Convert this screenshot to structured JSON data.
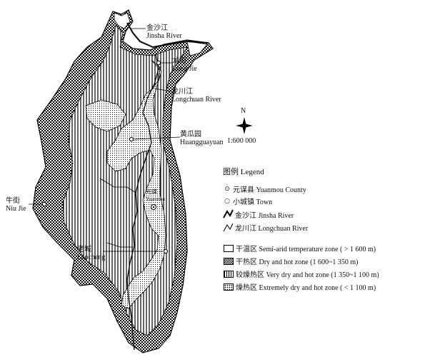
{
  "places": {
    "jinsha_river": {
      "cn": "金沙江",
      "en": "Jinsha River"
    },
    "long_jie": {
      "cn": "龙街",
      "en": "Long Jie"
    },
    "longchuan_river": {
      "cn": "龙川江",
      "en": "Longchuan River"
    },
    "huangguayuan": {
      "cn": "黄瓜园",
      "en": "Huangguayuan"
    },
    "niu_jie": {
      "cn": "牛街",
      "en": "Niu Jie"
    },
    "laocheng": {
      "cn": "老城",
      "en": "Laocheng"
    },
    "yuanmou_center": {
      "cn": "元谋",
      "en": "Yuanmou"
    }
  },
  "compass": {
    "north": "N"
  },
  "scale": "1:600 000",
  "legend": {
    "title": "图例  Legend",
    "county": "元谋县  Yuanmou County",
    "town": "小城镇  Town",
    "jinsha": "金沙江  Jinsha River",
    "longchuan": "龙川江  Longchuan River",
    "semi_arid": "干温区  Semi-arid temperature zone ( > 1 600 m)",
    "dry_hot": "干热区  Dry and hot zone  (1 600~1 350 m)",
    "very_dry": "较燥热区  Very dry and hot zone (1 350~1 100 m)",
    "extremely_dry": "燥热区  Extremely dry and hot zone  ( < 1 100 m)"
  }
}
